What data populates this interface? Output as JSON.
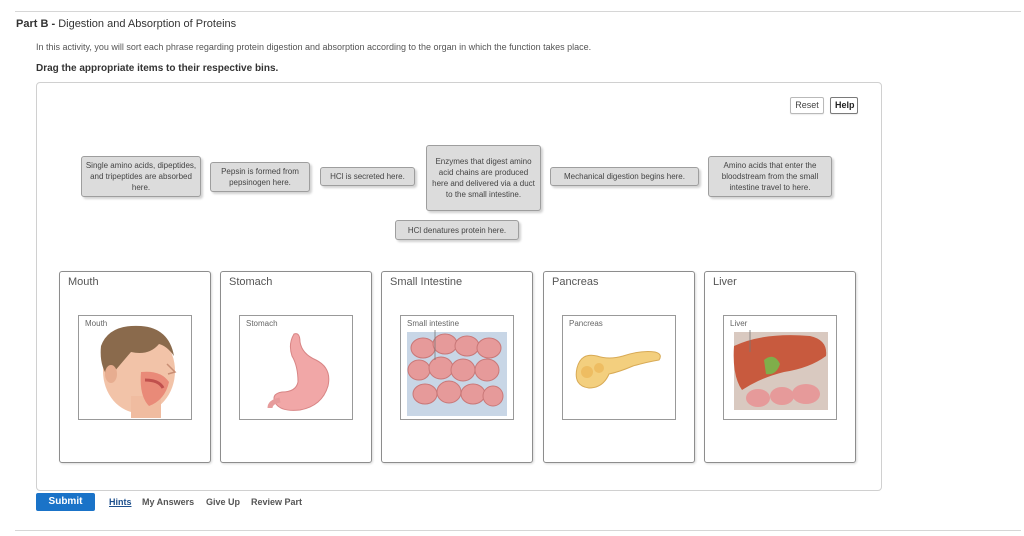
{
  "part": {
    "prefix": "Part B -",
    "title": "Digestion and Absorption of Proteins"
  },
  "instructions": "In this activity, you will sort each phrase regarding protein digestion and absorption according to the organ in which the function takes place.",
  "drag_instruction": "Drag the appropriate items to their respective bins.",
  "toolbar": {
    "reset_label": "Reset",
    "help_label": "Help"
  },
  "tiles": [
    "Single amino acids, dipeptides, and tripeptides are absorbed here.",
    "Pepsin is formed from pepsinogen here.",
    "HCl is secreted here.",
    "Enzymes that digest amino acid chains are produced here and delivered via a duct to the small intestine.",
    "Mechanical digestion begins here.",
    "Amino acids that enter the bloodstream from the small intestine travel to here.",
    "HCl denatures protein here."
  ],
  "bins": [
    {
      "title": "Mouth",
      "image_label": "Mouth"
    },
    {
      "title": "Stomach",
      "image_label": "Stomach"
    },
    {
      "title": "Small Intestine",
      "image_label": "Small intestine"
    },
    {
      "title": "Pancreas",
      "image_label": "Pancreas"
    },
    {
      "title": "Liver",
      "image_label": "Liver"
    }
  ],
  "footer": {
    "submit_label": "Submit",
    "hints_label": "Hints",
    "my_answers_label": "My Answers",
    "give_up_label": "Give Up",
    "review_part_label": "Review Part"
  },
  "colors": {
    "submit_blue": "#1a73c8",
    "tile_gray": "#dcdcdc",
    "link_blue": "#1d4f8c"
  }
}
